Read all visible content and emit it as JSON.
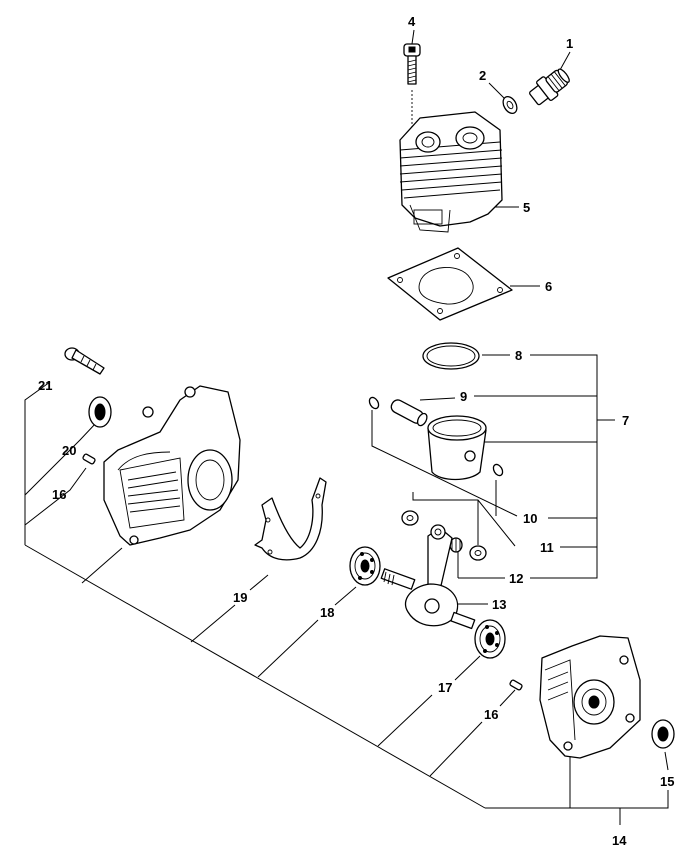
{
  "parts": [
    {
      "id": "p1",
      "label": "1"
    },
    {
      "id": "p2",
      "label": "2"
    },
    {
      "id": "p4",
      "label": "4"
    },
    {
      "id": "p5",
      "label": "5"
    },
    {
      "id": "p6",
      "label": "6"
    },
    {
      "id": "p7",
      "label": "7"
    },
    {
      "id": "p8",
      "label": "8"
    },
    {
      "id": "p9",
      "label": "9"
    },
    {
      "id": "p10",
      "label": "10"
    },
    {
      "id": "p11",
      "label": "11"
    },
    {
      "id": "p12",
      "label": "12"
    },
    {
      "id": "p13",
      "label": "13"
    },
    {
      "id": "p14",
      "label": "14"
    },
    {
      "id": "p15",
      "label": "15"
    },
    {
      "id": "p16a",
      "label": "16"
    },
    {
      "id": "p16b",
      "label": "16"
    },
    {
      "id": "p17",
      "label": "17"
    },
    {
      "id": "p18",
      "label": "18"
    },
    {
      "id": "p19",
      "label": "19"
    },
    {
      "id": "p20",
      "label": "20"
    },
    {
      "id": "p21",
      "label": "21"
    }
  ]
}
